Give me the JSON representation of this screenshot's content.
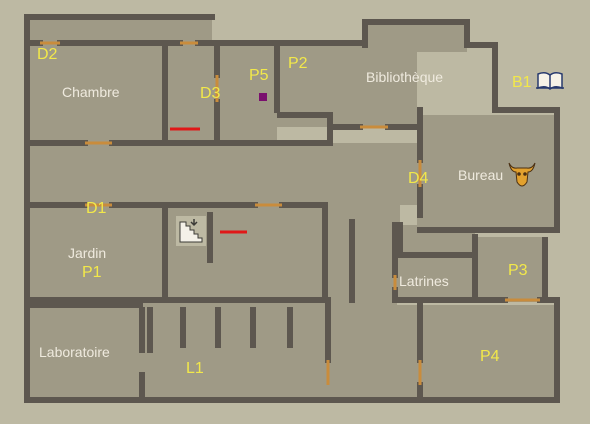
{
  "rooms": {
    "chambre": "Chambre",
    "bibliotheque": "Bibliothèque",
    "bureau": "Bureau",
    "jardin": "Jardin",
    "latrines": "Latrines",
    "laboratoire": "Laboratoire"
  },
  "markers": {
    "d2": "D2",
    "d3": "D3",
    "p5": "P5",
    "p2": "P2",
    "b1": "B1",
    "d4": "D4",
    "d1": "D1",
    "p1": "P1",
    "p3": "P3",
    "p4": "P4",
    "l1": "L1"
  },
  "icons": {
    "book": "book-icon",
    "bull": "bull-skull-icon",
    "stairs": "stairs-icon",
    "purple_marker": "purple-square-marker"
  },
  "colors": {
    "background": "#bdb9a3",
    "floor": "#9f9a86",
    "wall": "#5d574f",
    "label_yellow": "#f2e84a",
    "label_white": "#efeade",
    "door": "#c98c3c",
    "red_marker": "#e01818",
    "purple_marker": "#7a0f6e"
  }
}
